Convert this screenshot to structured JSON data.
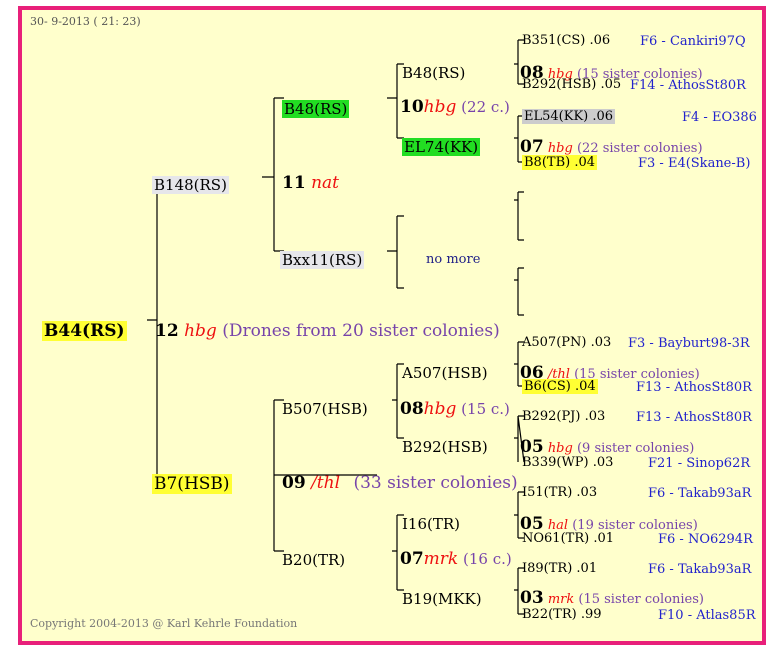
{
  "header": {
    "date": "30-  9-2013 ( 21: 23)"
  },
  "footer": {
    "copyright": "Copyright 2004-2013 @ Karl Kehrle Foundation"
  },
  "root": {
    "name": "B44(RS)",
    "num": "12",
    "ins": "hbg",
    "desc": "(Drones from 20 sister colonies)"
  },
  "gen1": {
    "top": {
      "name": "B148(RS)",
      "num": "11",
      "ins": "nat"
    },
    "bottom": {
      "name": "B7(HSB)",
      "num": "09",
      "ins": "/thl",
      "desc": "(33 sister colonies)"
    }
  },
  "gen2": {
    "a": {
      "name": "B48(RS)",
      "num": "10",
      "ins": "hbg",
      "desc": "(22 c.)"
    },
    "b": {
      "name": "Bxx11(RS)",
      "nomore": "no more"
    },
    "c": {
      "name": "B507(HSB)",
      "num": "08",
      "ins": "hbg",
      "desc": "(15 c.)"
    },
    "d": {
      "name": "B20(TR)",
      "num": "07",
      "ins": "mrk",
      "desc": "(16 c.)"
    }
  },
  "gen3": {
    "a1": {
      "name": "B48(RS)",
      "num": "08",
      "ins": "hbg",
      "desc": "(15 sister colonies)"
    },
    "a2": {
      "name": "EL74(KK)",
      "num": "07",
      "ins": "hbg",
      "desc": "(22 sister colonies)"
    },
    "c1": {
      "name": "A507(HSB)",
      "num": "06",
      "ins": "/thl",
      "desc": "(15 sister colonies)"
    },
    "c2": {
      "name": "B292(HSB)",
      "num": "05",
      "ins": "hbg",
      "desc": "(9 sister colonies)"
    },
    "d1": {
      "name": "I16(TR)",
      "num": "05",
      "ins": "hal",
      "desc": "(19 sister colonies)"
    },
    "d2": {
      "name": "B19(MKK)",
      "num": "03",
      "ins": "mrk",
      "desc": "(15 sister colonies)"
    }
  },
  "gen4": [
    {
      "name": "B351(CS)",
      "val": ".06",
      "loc": "F6 - Cankiri97Q"
    },
    {
      "name": "B292(HSB)",
      "val": ".05",
      "loc": "F14 - AthosSt80R"
    },
    {
      "name": "EL54(KK)",
      "val": ".06",
      "loc": "F4 - EO386"
    },
    {
      "name": "B8(TB)",
      "val": ".04",
      "loc": "F3 - E4(Skane-B)"
    },
    {
      "name": "A507(PN)",
      "val": ".03",
      "loc": "F3 - Bayburt98-3R"
    },
    {
      "name": "B6(CS)",
      "val": ".04",
      "loc": "F13 - AthosSt80R"
    },
    {
      "name": "B292(PJ)",
      "val": ".03",
      "loc": "F13 - AthosSt80R"
    },
    {
      "name": "B339(WP)",
      "val": ".03",
      "loc": "F21 - Sinop62R"
    },
    {
      "name": "I51(TR)",
      "val": ".03",
      "loc": "F6 - Takab93aR"
    },
    {
      "name": "NO61(TR)",
      "val": ".01",
      "loc": "F6 - NO6294R"
    },
    {
      "name": "I89(TR)",
      "val": ".01",
      "loc": "F6 - Takab93aR"
    },
    {
      "name": "B22(TR)",
      "val": ".99",
      "loc": "F10 - Atlas85R"
    }
  ],
  "colors": {
    "frame": "#e8207a",
    "background": "#ffffcc",
    "highlight_green": "#22dd22",
    "highlight_yellow": "#ffff33",
    "location": "#2222cc",
    "insemination": "#ee1111",
    "sisters": "#7744aa"
  }
}
